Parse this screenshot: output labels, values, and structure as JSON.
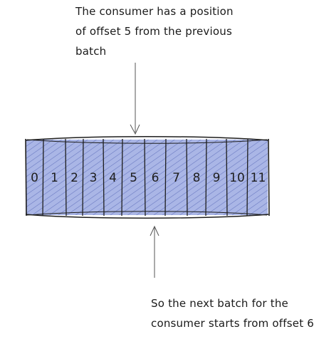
{
  "top_annotation": {
    "lines": [
      "The consumer has a position",
      "of offset 5 from the previous",
      "batch"
    ]
  },
  "bottom_annotation": {
    "lines": [
      "So the next batch for the",
      "consumer starts from offset 6"
    ]
  },
  "partition": {
    "offsets": [
      "0",
      "1",
      "2",
      "3",
      "4",
      "5",
      "6",
      "7",
      "8",
      "9",
      "10",
      "11"
    ],
    "fill_color": "#aab6e6",
    "hatch_color": "#2c3f9e",
    "stroke_color": "#1e1e1e"
  }
}
